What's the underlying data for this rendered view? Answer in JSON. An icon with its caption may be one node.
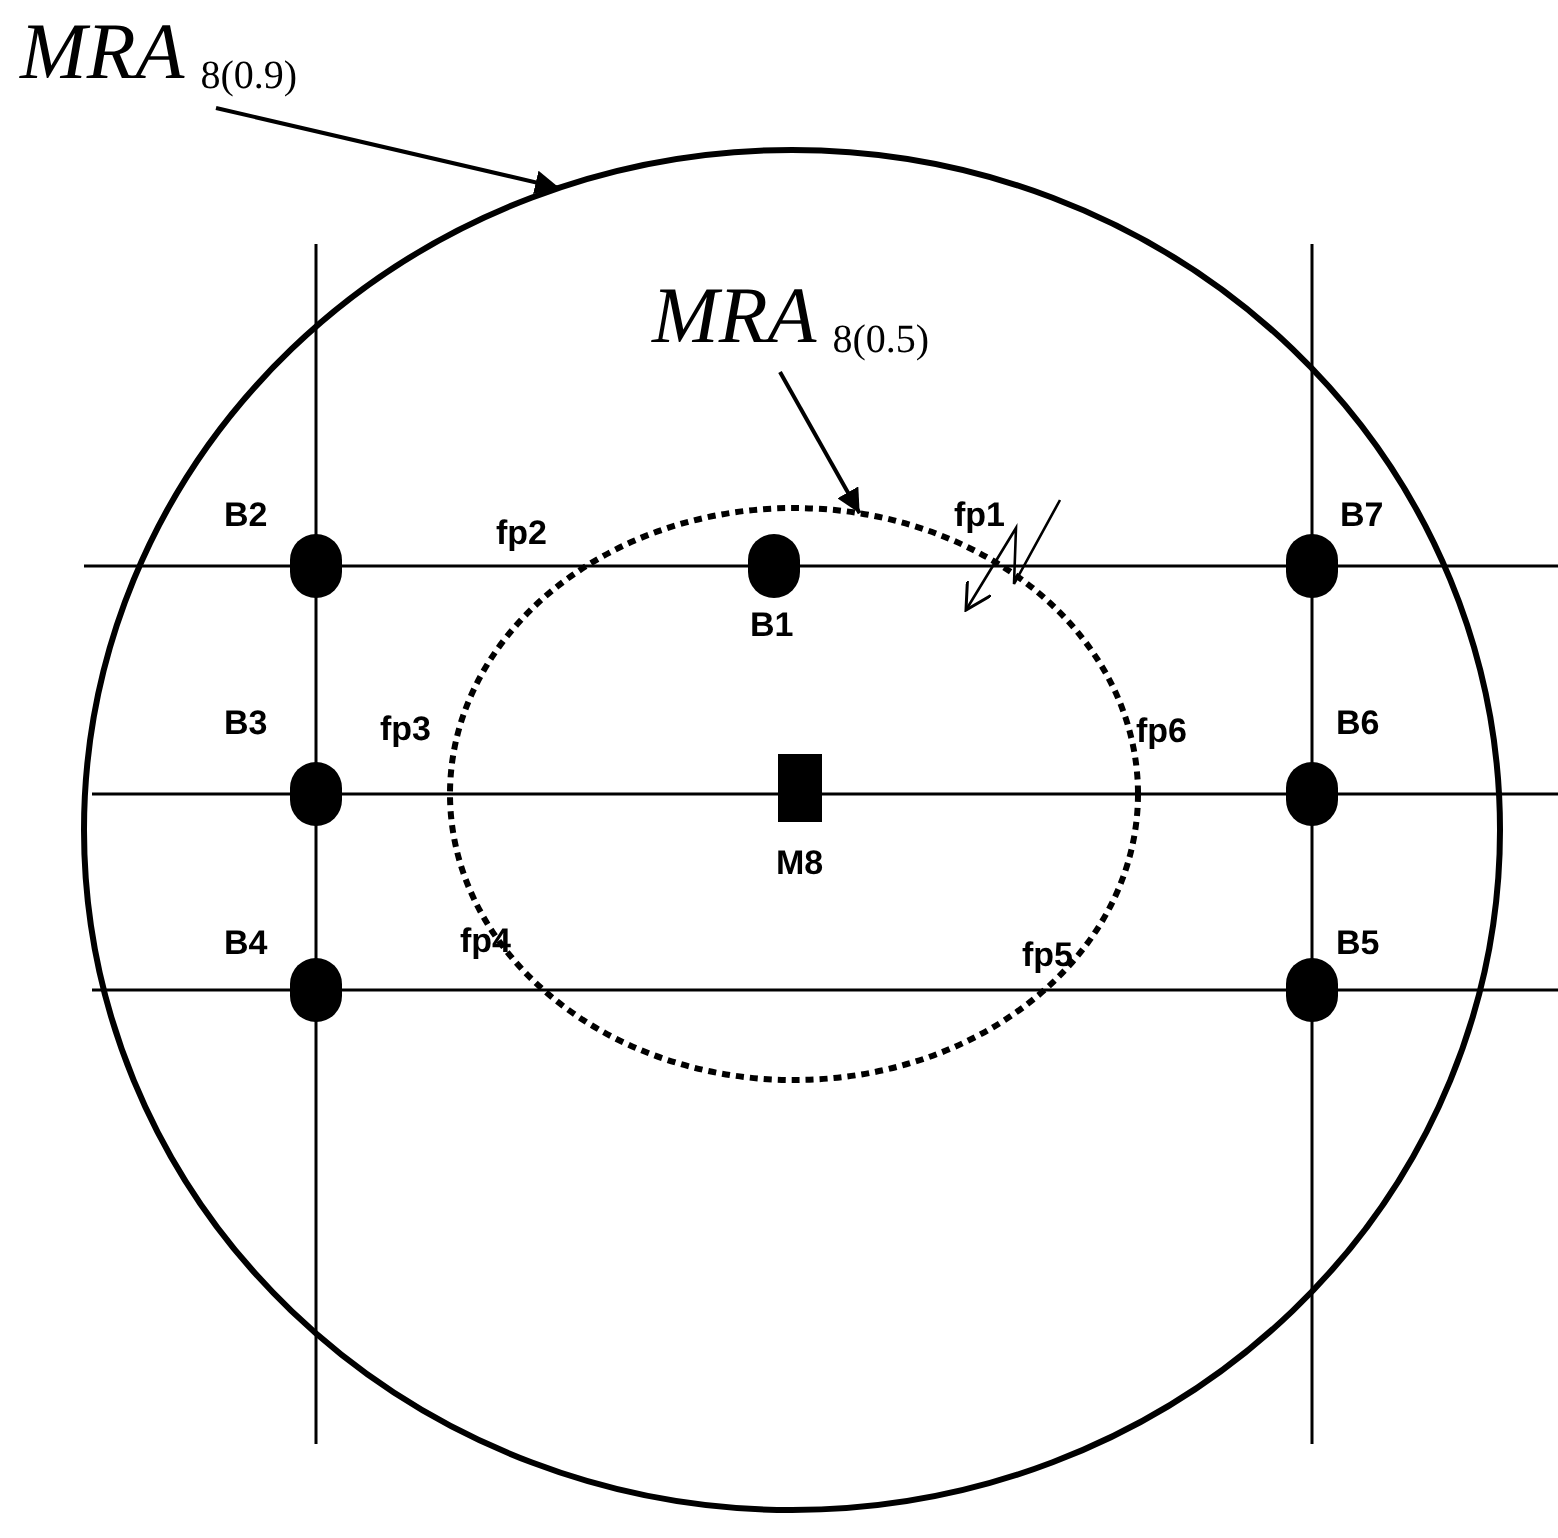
{
  "diagram": {
    "nodes": [
      {
        "text": [
          "*MRA*$_{8(0.9)}$"
        ]
      },
      {
        "text": [],
        "shape": "circle"
      },
      {
        "text": [
          "*MRA*$_{8(0.5)}$"
        ],
        "in": 1
      },
      {
        "text": [],
        "shape": "circle",
        "in": 1
      },
      {
        "text": [
          "B2"
        ],
        "in": 1
      },
      {
        "text": [
          "B1"
        ],
        "in": 3
      },
      {
        "text": [
          "B7"
        ],
        "in": 1
      },
      {
        "text": [
          "B3"
        ],
        "in": 1
      },
      {
        "text": [
          "M8"
        ],
        "in": 3
      },
      {
        "text": [
          "B6"
        ],
        "in": 1
      },
      {
        "text": [
          "B4"
        ],
        "in": 1
      },
      {
        "text": [
          "B5"
        ],
        "in": 1
      }
    ],
    "edges": [
      {
        "from": 0,
        "to": 1,
        "arrow": "to"
      },
      {
        "from": 2,
        "to": 3,
        "arrow": "to"
      }
    ],
    "labels": [
      "fp1",
      "fp2",
      "fp3",
      "fp6",
      "fp4",
      "fp5"
    ]
  }
}
